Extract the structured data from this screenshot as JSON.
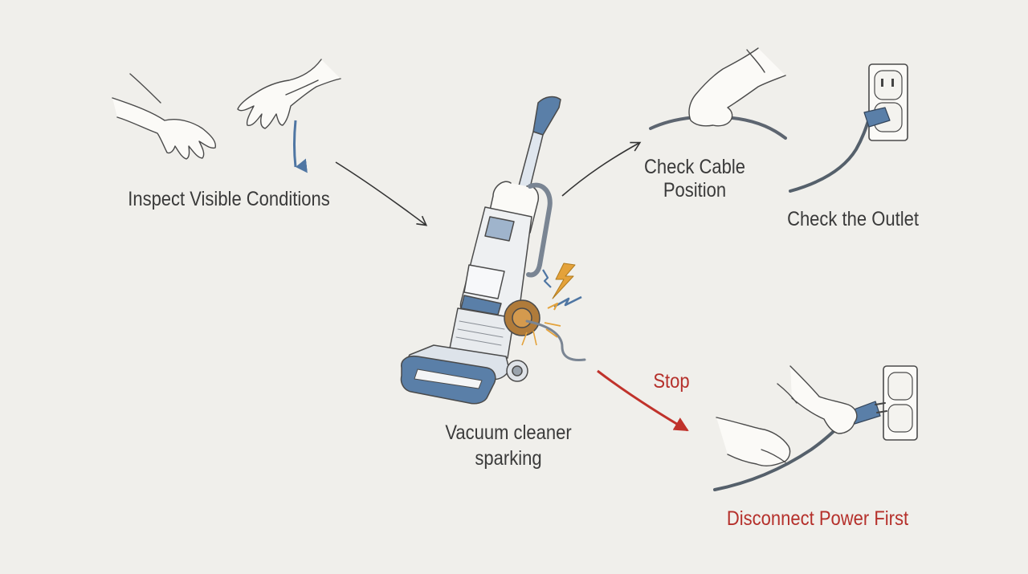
{
  "labels": {
    "inspect": "Inspect Visible Conditions",
    "cable_line1": "Check Cable",
    "cable_line2": "Position",
    "outlet": "Check the Outlet",
    "vacuum_line1": "Vacuum cleaner",
    "vacuum_line2": "sparking",
    "stop": "Stop",
    "disconnect": "Disconnect Power First"
  },
  "icons": [
    "open-hands-icon",
    "hand-holding-cable-icon",
    "wall-outlet-plug-icon",
    "vacuum-cleaner-icon",
    "sparks-icon",
    "hands-unplugging-icon"
  ],
  "colors": {
    "background": "#f0efeb",
    "ink": "#3a3a3a",
    "accent_blue": "#5a7fa8",
    "stop_red": "#b5302b",
    "spark_orange": "#e0a030"
  }
}
